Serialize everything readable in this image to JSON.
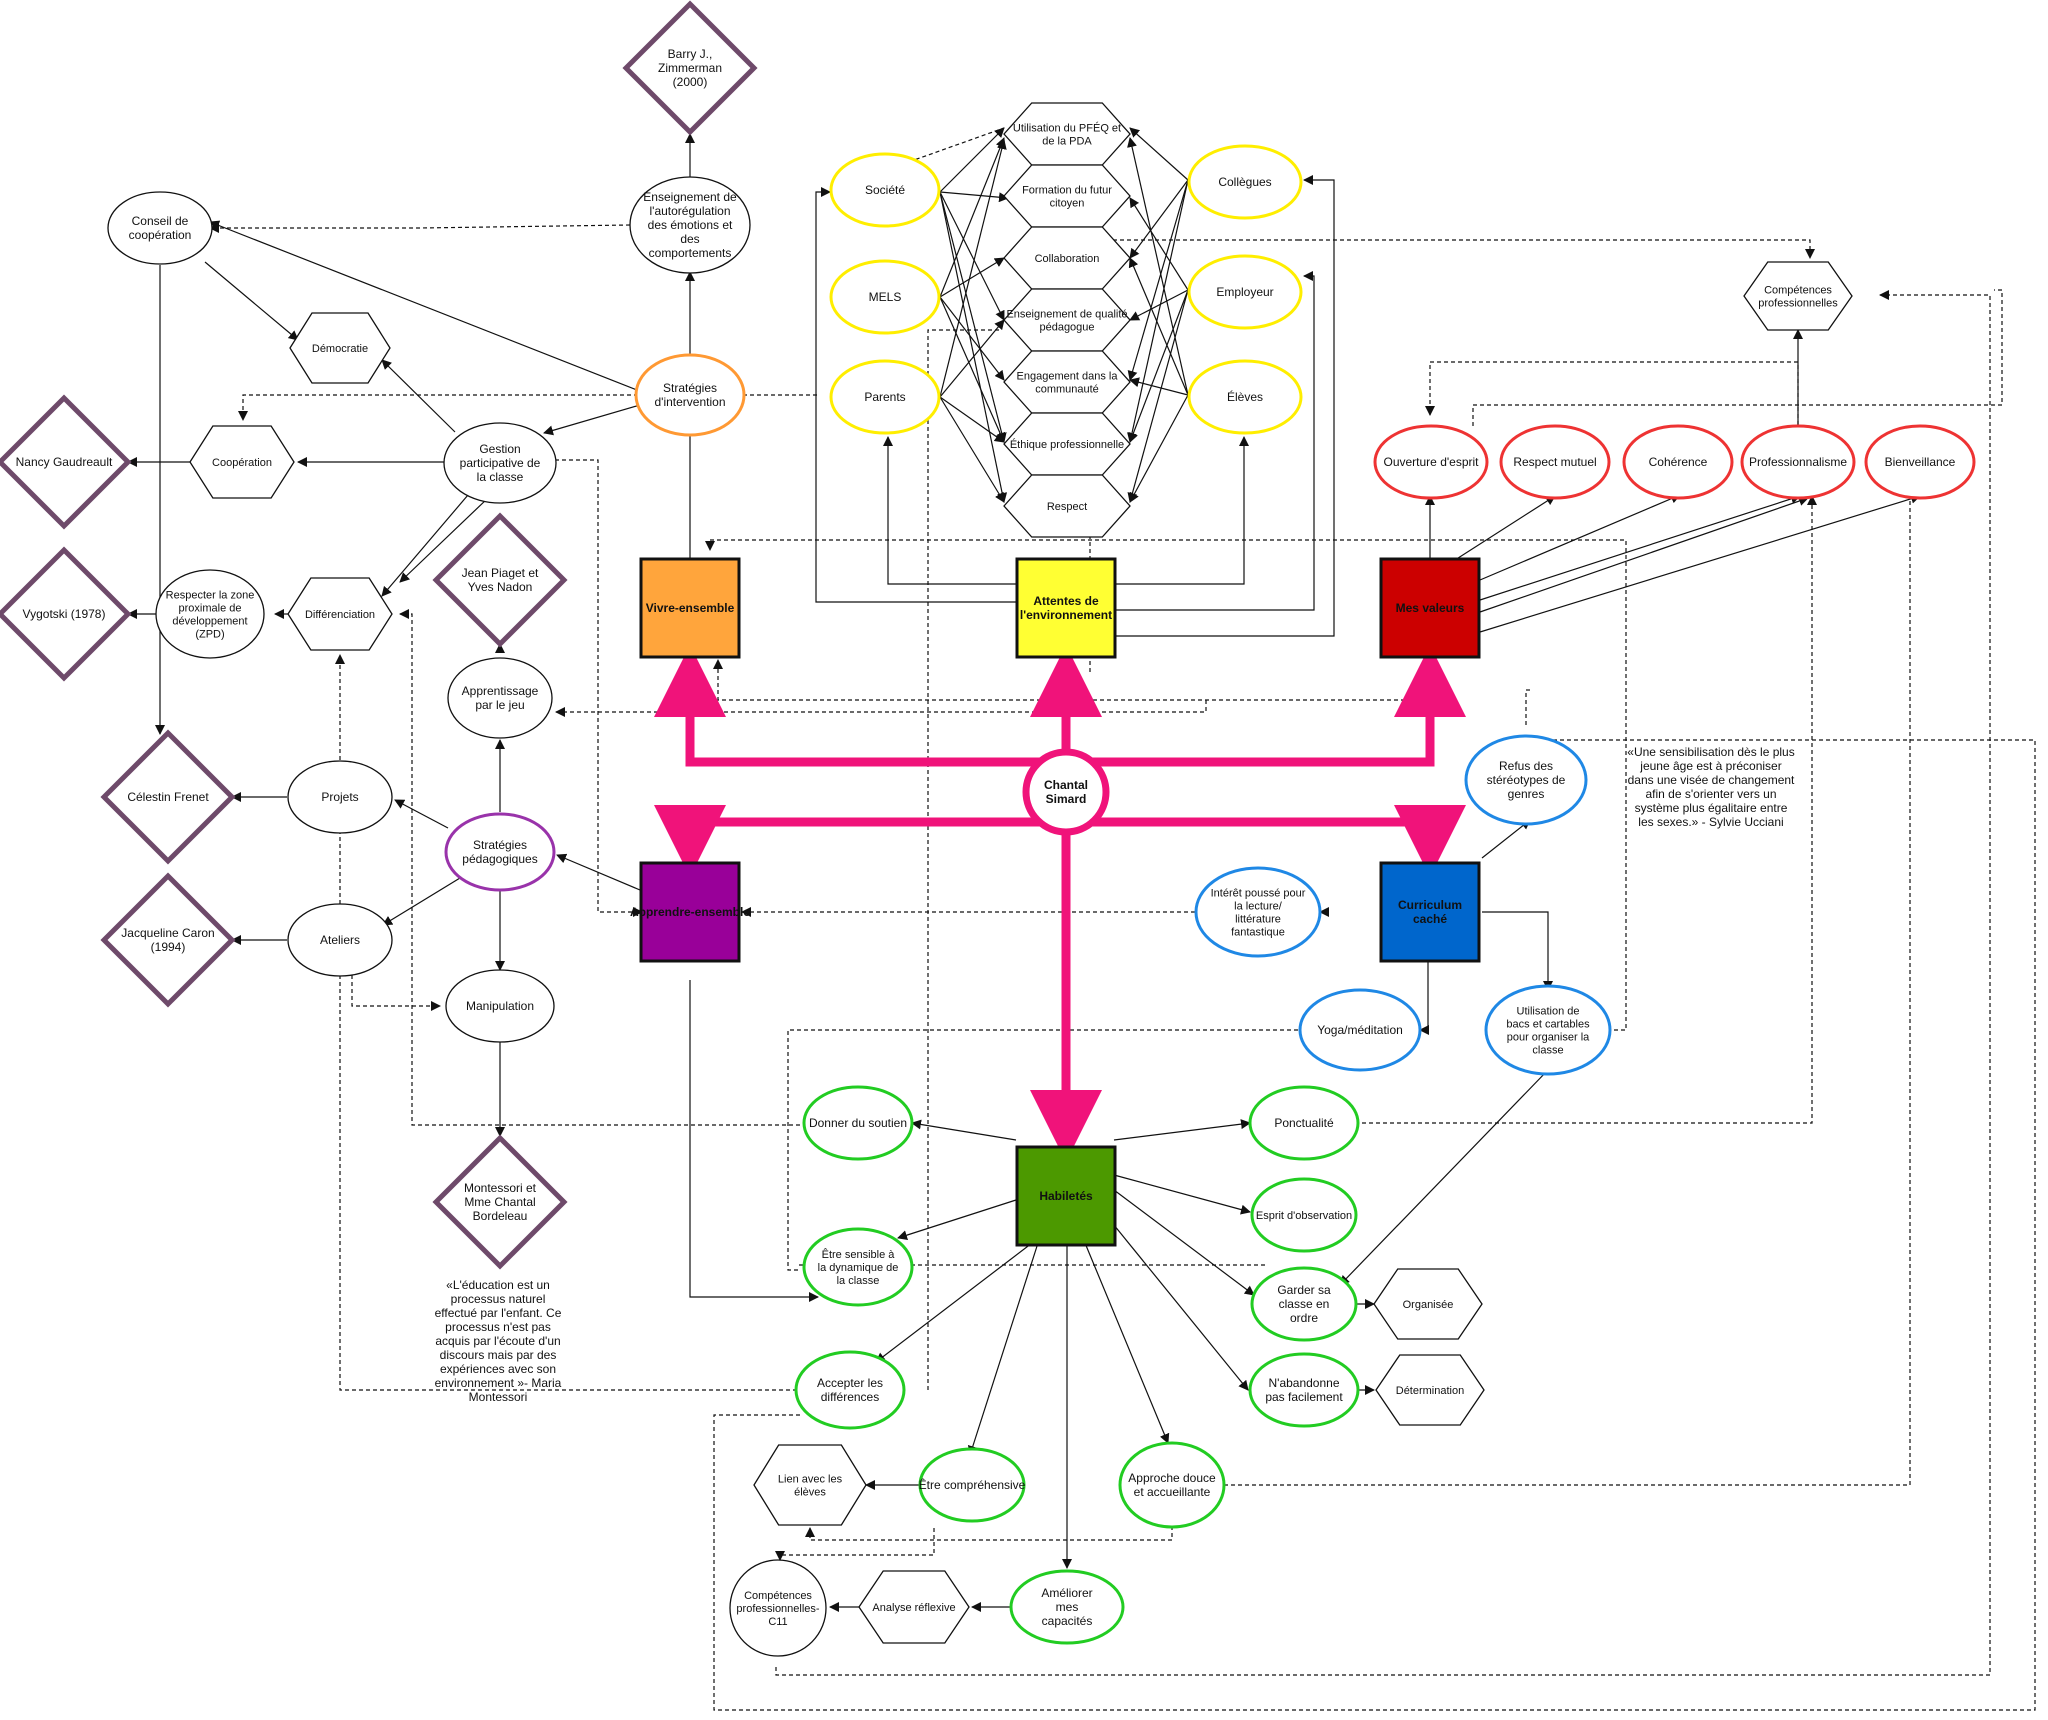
{
  "center": {
    "label": "Chantal Simard"
  },
  "hubs": {
    "vivre": "Vivre-ensemble",
    "attentes": "Attentes de l'environnement",
    "valeurs": "Mes valeurs",
    "apprendre": "Apprendre-ensemble",
    "curriculum": "Curriculum caché",
    "habiletes": "Habiletés"
  },
  "vivre_nodes": {
    "strategies_intervention": "Stratégies d'intervention",
    "enseignement_autoreg": "Enseignement de l'autorégulation des émotions et des comportements",
    "barry": "Barry J., Zimmerman (2000)",
    "conseil": "Conseil de coopération",
    "democratie": "Démocratie",
    "gestion": "Gestion participative de la classe",
    "cooperation": "Coopération",
    "gaudreault": "Nancy Gaudreault",
    "differenciation": "Différenciation",
    "zpd": "Respecter la zone proximale de développement (ZPD)",
    "vygotski": "Vygotski (1978)",
    "piaget": "Jean Piaget et Yves Nadon",
    "apprentissage_jeu": "Apprentissage par le jeu",
    "freinet": "Célestin Frenet",
    "projets": "Projets",
    "strategies_pedago": "Stratégies pédagogiques",
    "caron": "Jacqueline Caron (1994)",
    "ateliers": "Ateliers",
    "manipulation": "Manipulation",
    "montessori": "Montessori et Mme Chantal Bordeleau"
  },
  "attentes_nodes": {
    "societe": "Société",
    "mels": "MELS",
    "parents": "Parents",
    "collegues": "Collègues",
    "employeur": "Employeur",
    "eleves": "Élèves",
    "hex": [
      "Utilisation du PFÉQ et de la PDA",
      "Formation du futur citoyen",
      "Collaboration",
      "Enseignement de qualité pédagogue",
      "Engagement dans la communauté",
      "Éthique professionnelle",
      "Respect"
    ]
  },
  "valeurs_nodes": {
    "ouverture": "Ouverture d'esprit",
    "respect_mutuel": "Respect mutuel",
    "coherence": "Cohérence",
    "professionnalisme": "Professionnalisme",
    "bienveillance": "Bienveillance",
    "competences": "Compétences professionnelles"
  },
  "curriculum_nodes": {
    "stereotypes": "Refus des stéréotypes de genres",
    "lecture": "Intérêt poussé pour la lecture/ littérature fantastique",
    "yoga": "Yoga/méditation",
    "bacs": "Utilisation de bacs et cartables pour organiser la classe"
  },
  "habiletes_nodes": {
    "soutien": "Donner du soutien",
    "ponctualite": "Ponctualité",
    "observation": "Esprit d'observation",
    "sensible": "Être sensible à la dynamique de la classe",
    "garder": "Garder sa classe en ordre",
    "organisee": "Organisée",
    "abandonne": "N'abandonne pas facilement",
    "determination": "Détermination",
    "accepter": "Accepter les différences",
    "comprehensive": "Être  compréhensive",
    "lien": "Lien avec les élèves",
    "approche": "Approche douce et accueillante",
    "ameliorer": "Améliorer mes capacités",
    "analyse": "Analyse réflexive",
    "competences_c11": "Compétences professionnelles- C11"
  },
  "quotes": {
    "montessori": "«L'éducation est un processus naturel effectué par l'enfant. Ce processus n'est pas acquis par l'écoute d'un discours mais par des expériences avec son environnement »- Maria Montessori",
    "ucciani": "«Une sensibilisation dès le plus jeune âge est à préconiser dans une visée de changement afin de s'orienter vers un système plus égalitaire entre les sexes.» - Sylvie Ucciani"
  },
  "colors": {
    "center": "#f0137a",
    "vivre": "#ffa53c",
    "attentes": "#ffff33",
    "valeurs": "#cc0000",
    "apprendre": "#990099",
    "curriculum": "#0066cc",
    "habiletes": "#4c9900",
    "orange_ring": "#ff9933",
    "yellow_ring": "#ffee00",
    "red_ring": "#ee3333",
    "purple_ring": "#9933aa",
    "blue_ring": "#1f88e5",
    "green_ring": "#22cc22",
    "diamond": "#6e4a6a"
  }
}
